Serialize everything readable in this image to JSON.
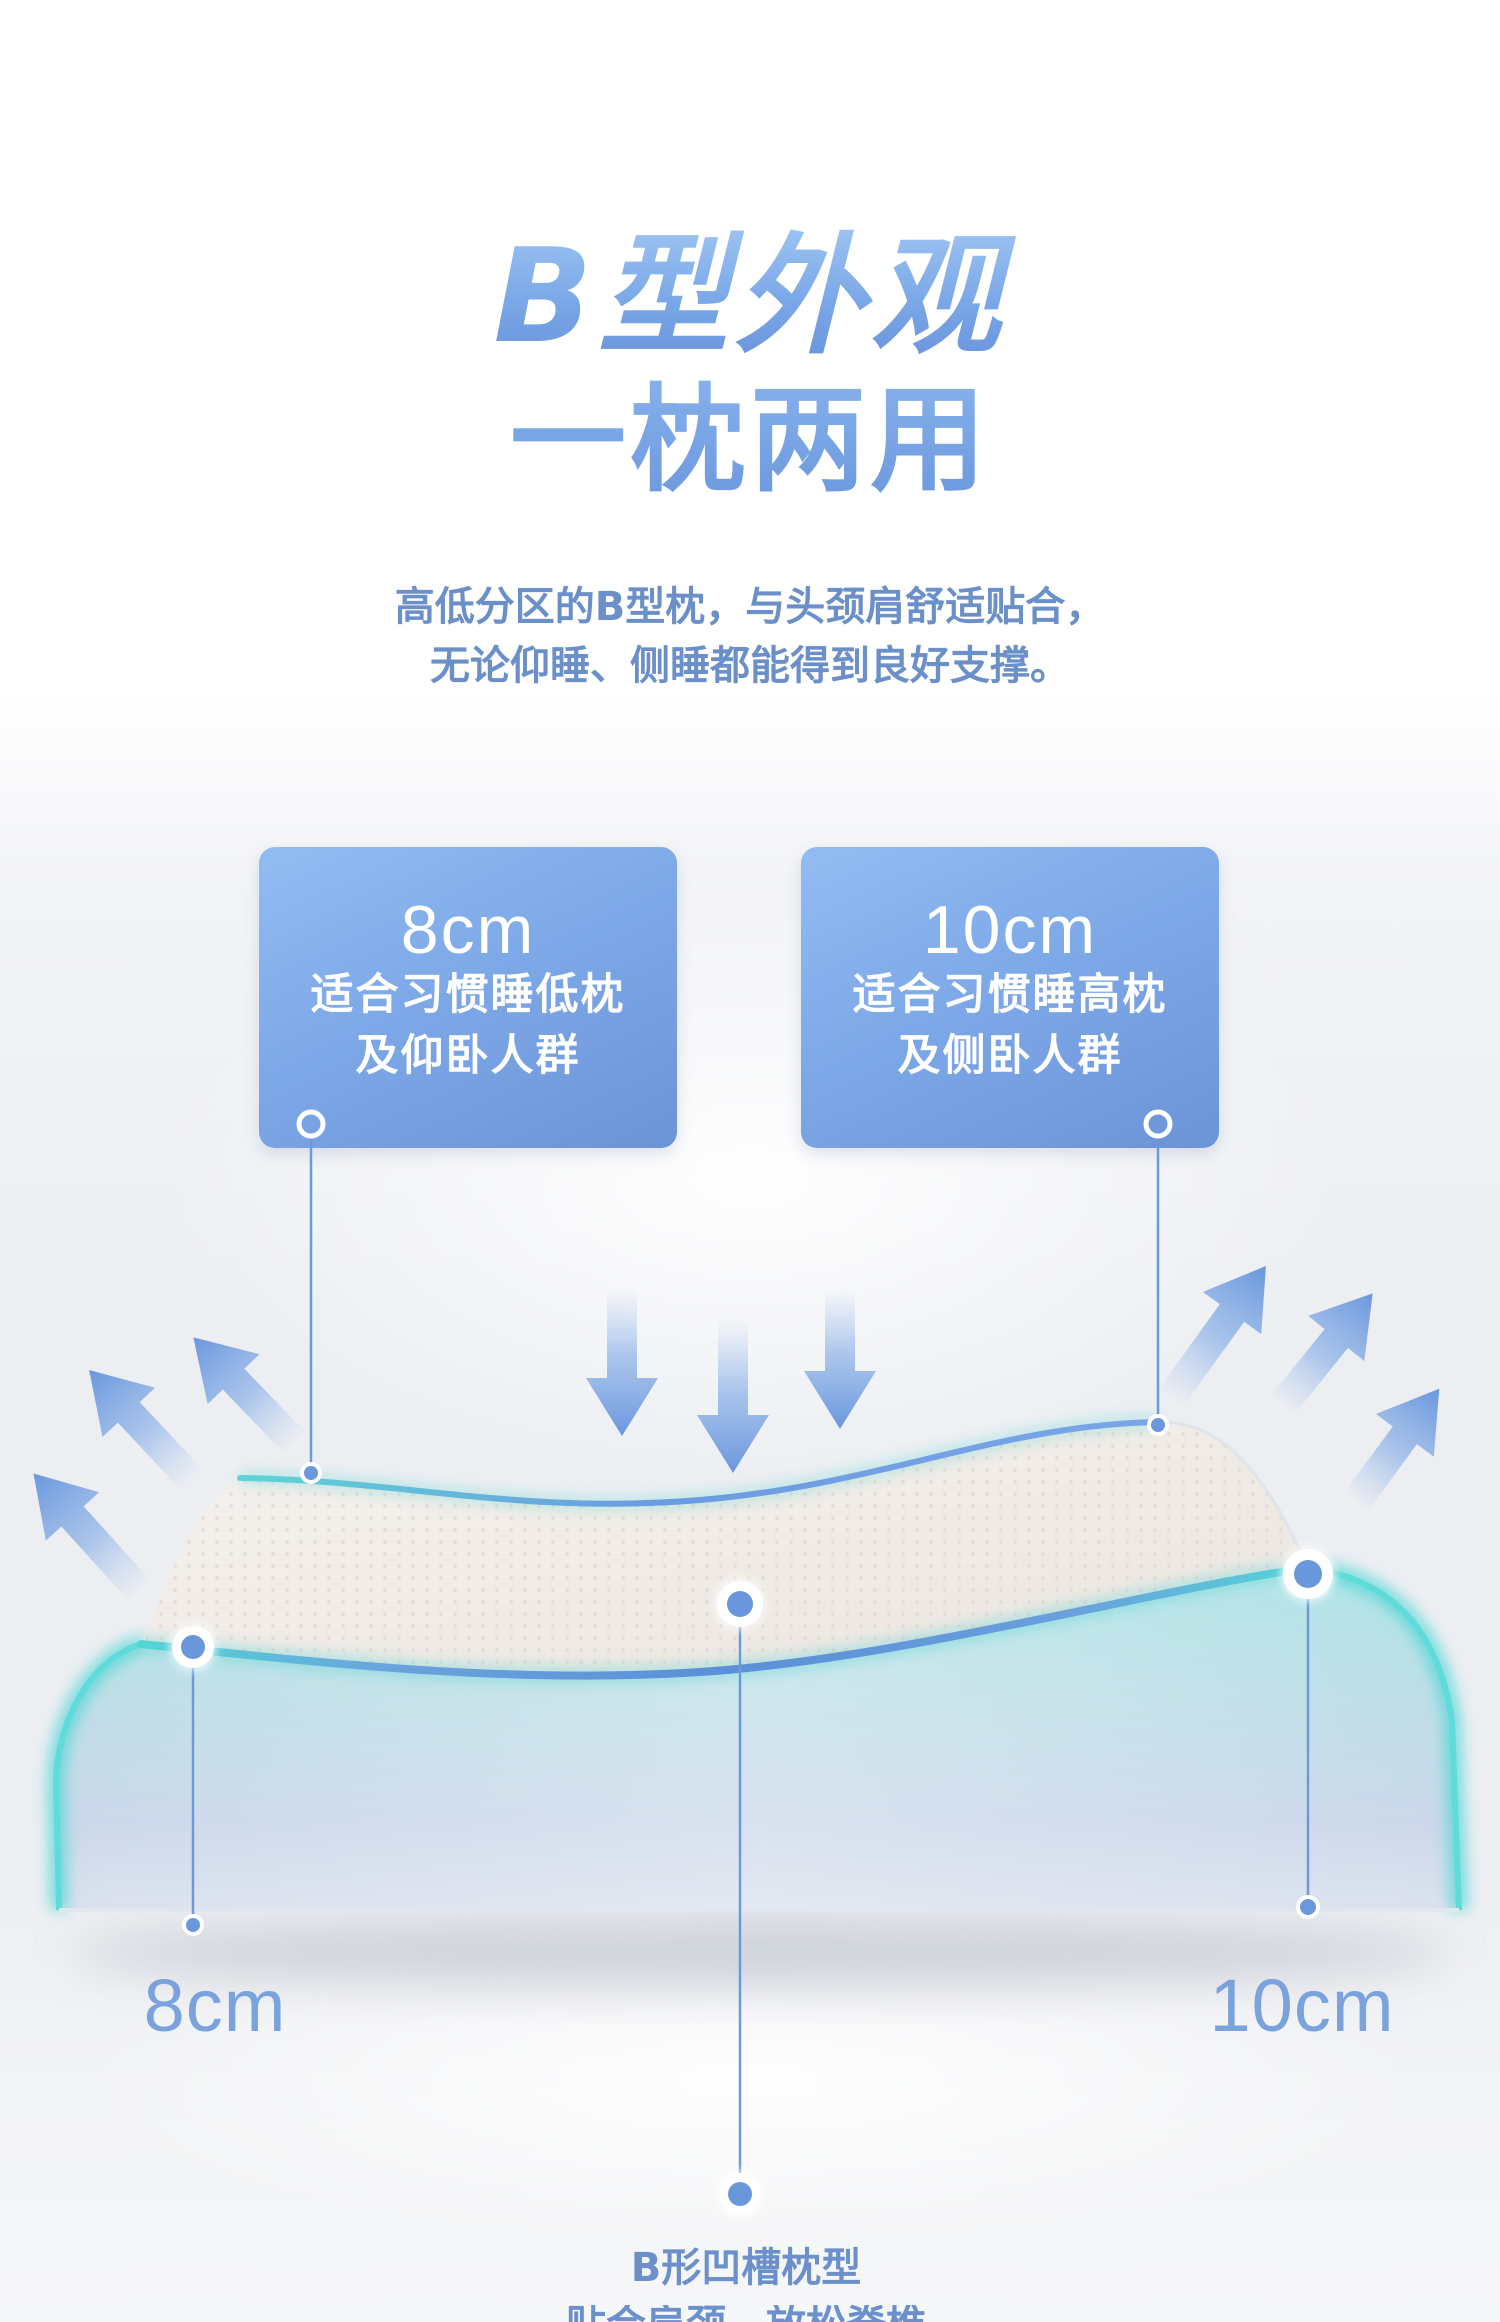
{
  "title": {
    "line1": "B型外观",
    "line2": "一枕两用"
  },
  "subtitle": [
    "高低分区的B型枕，与头颈肩舒适贴合，",
    "无论仰睡、侧睡都能得到良好支撑。"
  ],
  "callouts": [
    {
      "height": "8cm",
      "line1": "适合习惯睡低枕",
      "line2": "及仰卧人群"
    },
    {
      "height": "10cm",
      "line1": "适合习惯睡高枕",
      "line2": "及侧卧人群"
    }
  ],
  "dimensions": {
    "left": "8cm",
    "right": "10cm"
  },
  "feature": {
    "title": "B形凹槽枕型",
    "desc": "贴合肩颈，放松脊椎"
  },
  "colors": {
    "accent": "#6f9be0",
    "box_top": "#92bcf1",
    "box_bottom": "#6b94d7",
    "edge_glow": "#55d6d8",
    "latex": "#f3eee8"
  }
}
